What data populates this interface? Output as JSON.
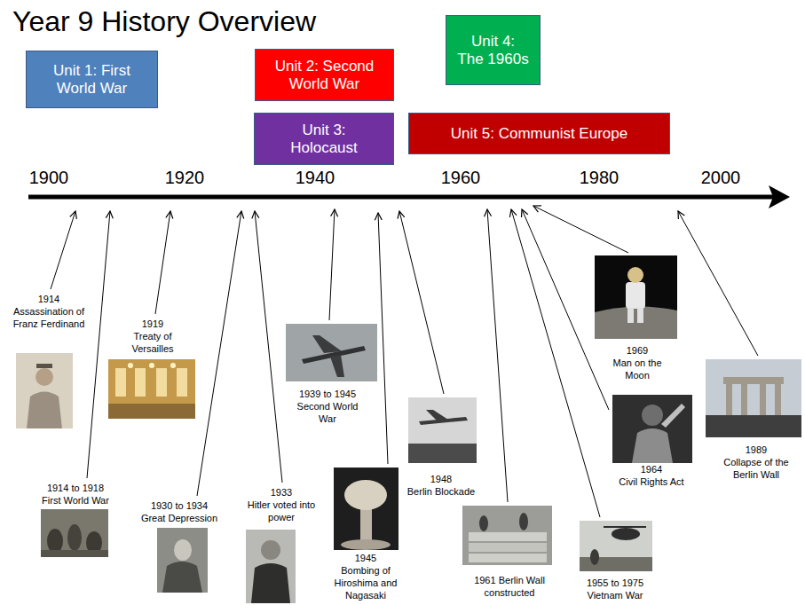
{
  "diagram": {
    "title": "Year 9 History Overview",
    "nodes": [
      {
        "text": [
          "Unit 1: First World War"
        ]
      },
      {
        "text": [
          "Unit 2: Second World War"
        ]
      },
      {
        "text": [
          "Unit 4: The 1960s"
        ]
      },
      {
        "text": [
          "Unit 3: Holocaust"
        ]
      },
      {
        "text": [
          "Unit 5: Communist Europe"
        ]
      }
    ],
    "labels": [
      "1900",
      "1920",
      "1940",
      "1960",
      "1980",
      "2000",
      "1914",
      "Assassination of Franz Ferdinand",
      "1914 to 1918",
      "First World War",
      "1919",
      "Treaty of Versailles",
      "1930 to 1934",
      "Great Depression",
      "1933",
      "Hitler voted into power",
      "1939 to 1945",
      "Second World War",
      "1945",
      "Bombing of Hiroshima and Nagasaki",
      "1948",
      "Berlin Blockade",
      "1961",
      "Berlin Wall constructed",
      "1955 to 1975",
      "Vietnam War",
      "1964",
      "Civil Rights Act",
      "1969",
      "Man on the Moon",
      "1989",
      "Collapse of the Berlin Wall"
    ]
  }
}
